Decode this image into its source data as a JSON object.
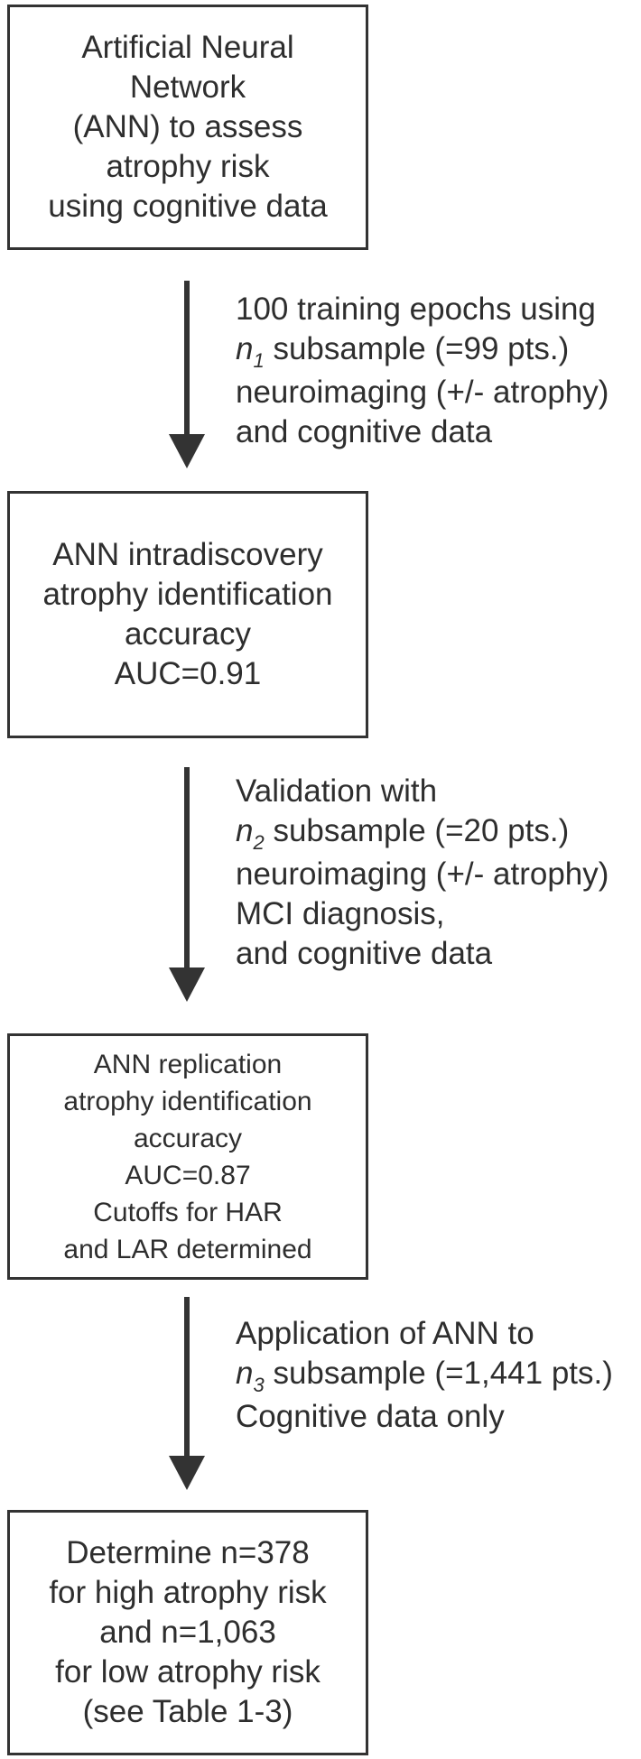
{
  "boxes": [
    {
      "lines": [
        "Artificial Neural",
        "Network",
        "(ANN) to assess",
        "atrophy risk",
        "using cognitive data"
      ]
    },
    {
      "lines": [
        "ANN intradiscovery",
        "atrophy identification",
        "accuracy",
        "AUC=0.91"
      ]
    },
    {
      "lines": [
        "ANN replication",
        "atrophy identification",
        "accuracy",
        "AUC=0.87",
        "Cutoffs for HAR",
        "and LAR determined"
      ]
    },
    {
      "lines": [
        "Determine n=378",
        "for high atrophy risk",
        "and n=1,063",
        "for low atrophy risk",
        "(see Table 1-3)"
      ]
    }
  ],
  "labels": [
    {
      "line1": "100 training epochs using",
      "var": "n",
      "sub": "1",
      "line2_rest": " subsample (=99 pts.)",
      "lines_after": [
        "neuroimaging (+/- atrophy)",
        "and cognitive data"
      ]
    },
    {
      "line1": "Validation with",
      "var": "n",
      "sub": "2",
      "line2_rest": " subsample (=20 pts.)",
      "lines_after": [
        "neuroimaging (+/- atrophy)",
        "MCI diagnosis,",
        "and cognitive data"
      ]
    },
    {
      "line1": "Application of ANN to",
      "var": "n",
      "sub": "3",
      "line2_rest": " subsample (=1,441 pts.)",
      "lines_after": [
        "Cognitive data only"
      ]
    }
  ],
  "colors": {
    "stroke": "#333333",
    "text": "#2e2e2e"
  }
}
